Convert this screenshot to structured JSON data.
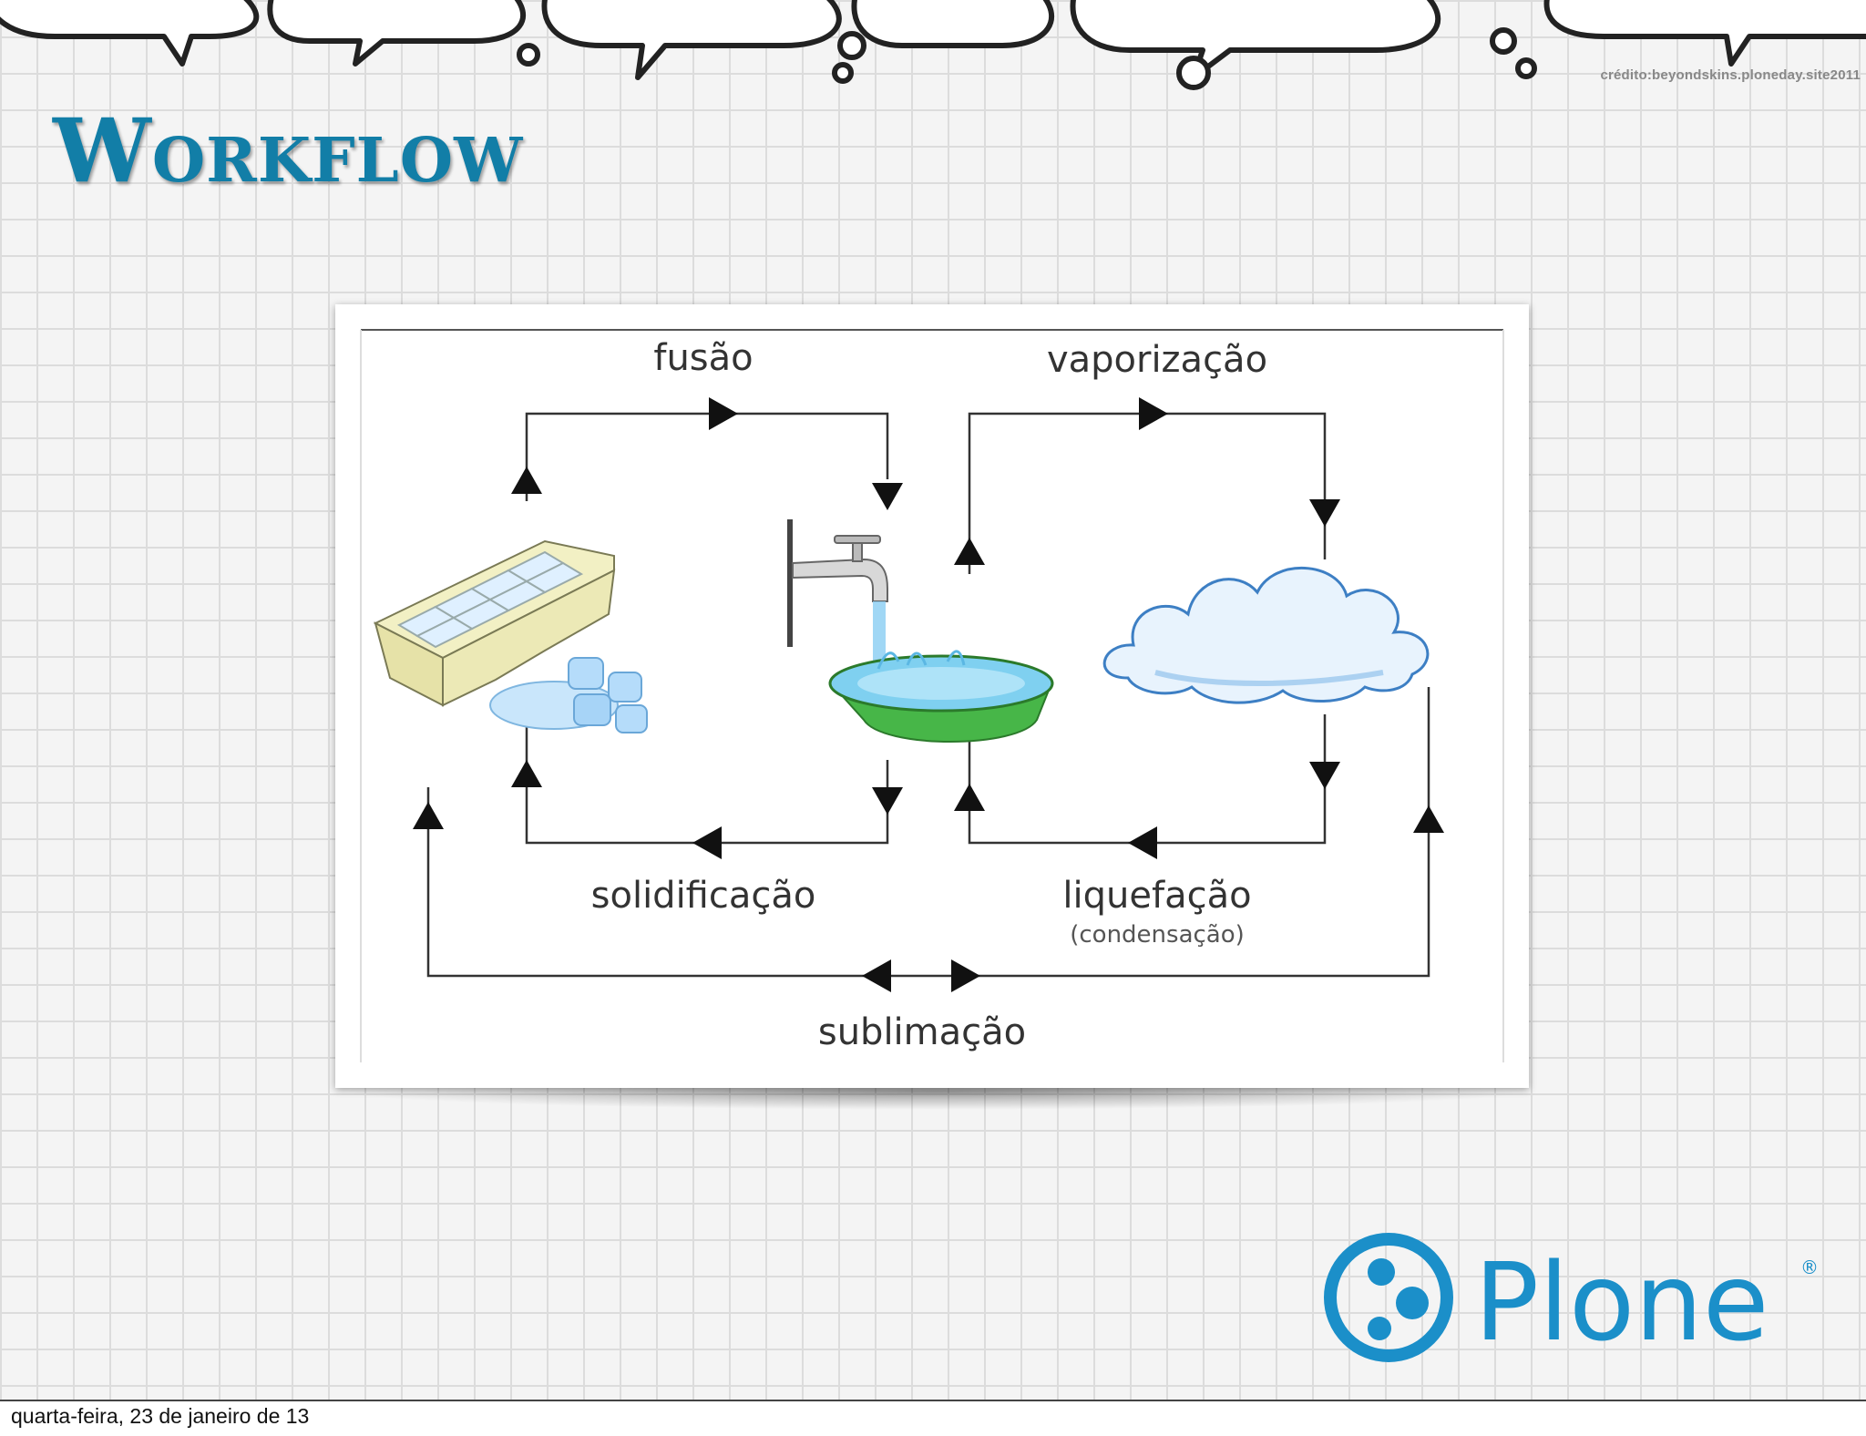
{
  "slide": {
    "title": "Workflow",
    "credit": "crédito:beyondskins.ploneday.site2011"
  },
  "diagram": {
    "labels": {
      "fusao": "fusão",
      "vaporizacao": "vaporização",
      "solidificacao": "solidificação",
      "liquefacao": "liquefação",
      "condensacao": "(condensação)",
      "sublimacao": "sublimação"
    },
    "stages": [
      "ice-tray",
      "water-basin",
      "cloud"
    ]
  },
  "brand": {
    "name": "Plone",
    "registered": "®",
    "color": "#1b8fc9"
  },
  "footer": {
    "date": "quarta-feira, 23 de janeiro de 13"
  }
}
